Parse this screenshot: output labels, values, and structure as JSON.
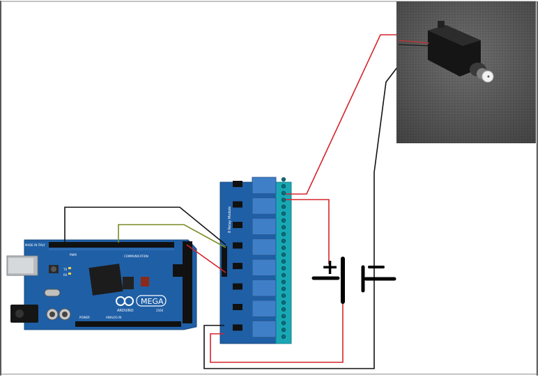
{
  "arduino": {
    "brand_label": "ARDUINO",
    "model_label": "MEGA",
    "year_label": "2560",
    "origin_label": "MADE IN ITALY",
    "pwm_label": "PWM",
    "communication_label": "COMMUNICATION",
    "analog_label": "ANALOG IN",
    "power_label": "POWER",
    "tx_label": "TX",
    "rx_label": "RX"
  },
  "relay_module": {
    "title_label": "8 Relay Module",
    "channel_count": 8
  },
  "battery": {
    "positive_symbol": "+"
  },
  "colors": {
    "board_blue": "#1f5fa6",
    "relay_blue": "#3f7fc8",
    "terminal_teal": "#1aa7b5",
    "wire_red": "#d6242a",
    "wire_black": "#111111",
    "wire_olive": "#7a8a22",
    "photo_bg": "#5d5d5d"
  }
}
